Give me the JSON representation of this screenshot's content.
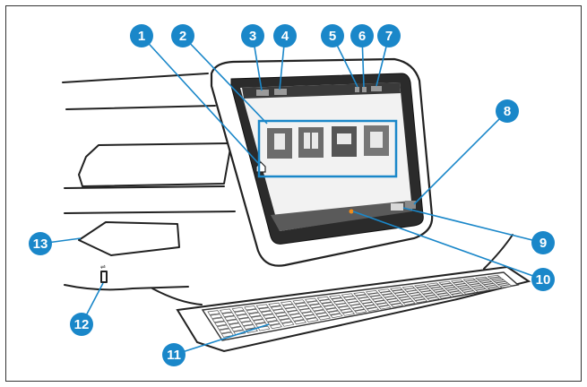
{
  "colors": {
    "callout": "#1a87c9",
    "leader": "#1a87c9",
    "outline": "#222222",
    "screen_bezel": "#2b2b2b",
    "screen_bg": "#f2f2f2",
    "status_bar": "#3a3a3a",
    "highlight_box": "#1a87c9",
    "frame": "#333333"
  },
  "callouts": [
    {
      "number": "1",
      "target": "home-button"
    },
    {
      "number": "2",
      "target": "app-area"
    },
    {
      "number": "3",
      "target": "sign-in-button"
    },
    {
      "number": "4",
      "target": "language-button"
    },
    {
      "number": "5",
      "target": "sleep-button"
    },
    {
      "number": "6",
      "target": "wifi-button"
    },
    {
      "number": "7",
      "target": "info-button"
    },
    {
      "number": "8",
      "target": "help-button"
    },
    {
      "number": "9",
      "target": "copies-field"
    },
    {
      "number": "10",
      "target": "page-indicator"
    },
    {
      "number": "11",
      "target": "keyboard"
    },
    {
      "number": "12",
      "target": "usb-port"
    },
    {
      "number": "13",
      "target": "hardware-integration-pocket"
    }
  ],
  "icons": {
    "home": "home-icon",
    "usb": "usb-icon",
    "tiles": [
      "copy-icon",
      "scan-icon",
      "print-icon",
      "fax-icon"
    ]
  }
}
